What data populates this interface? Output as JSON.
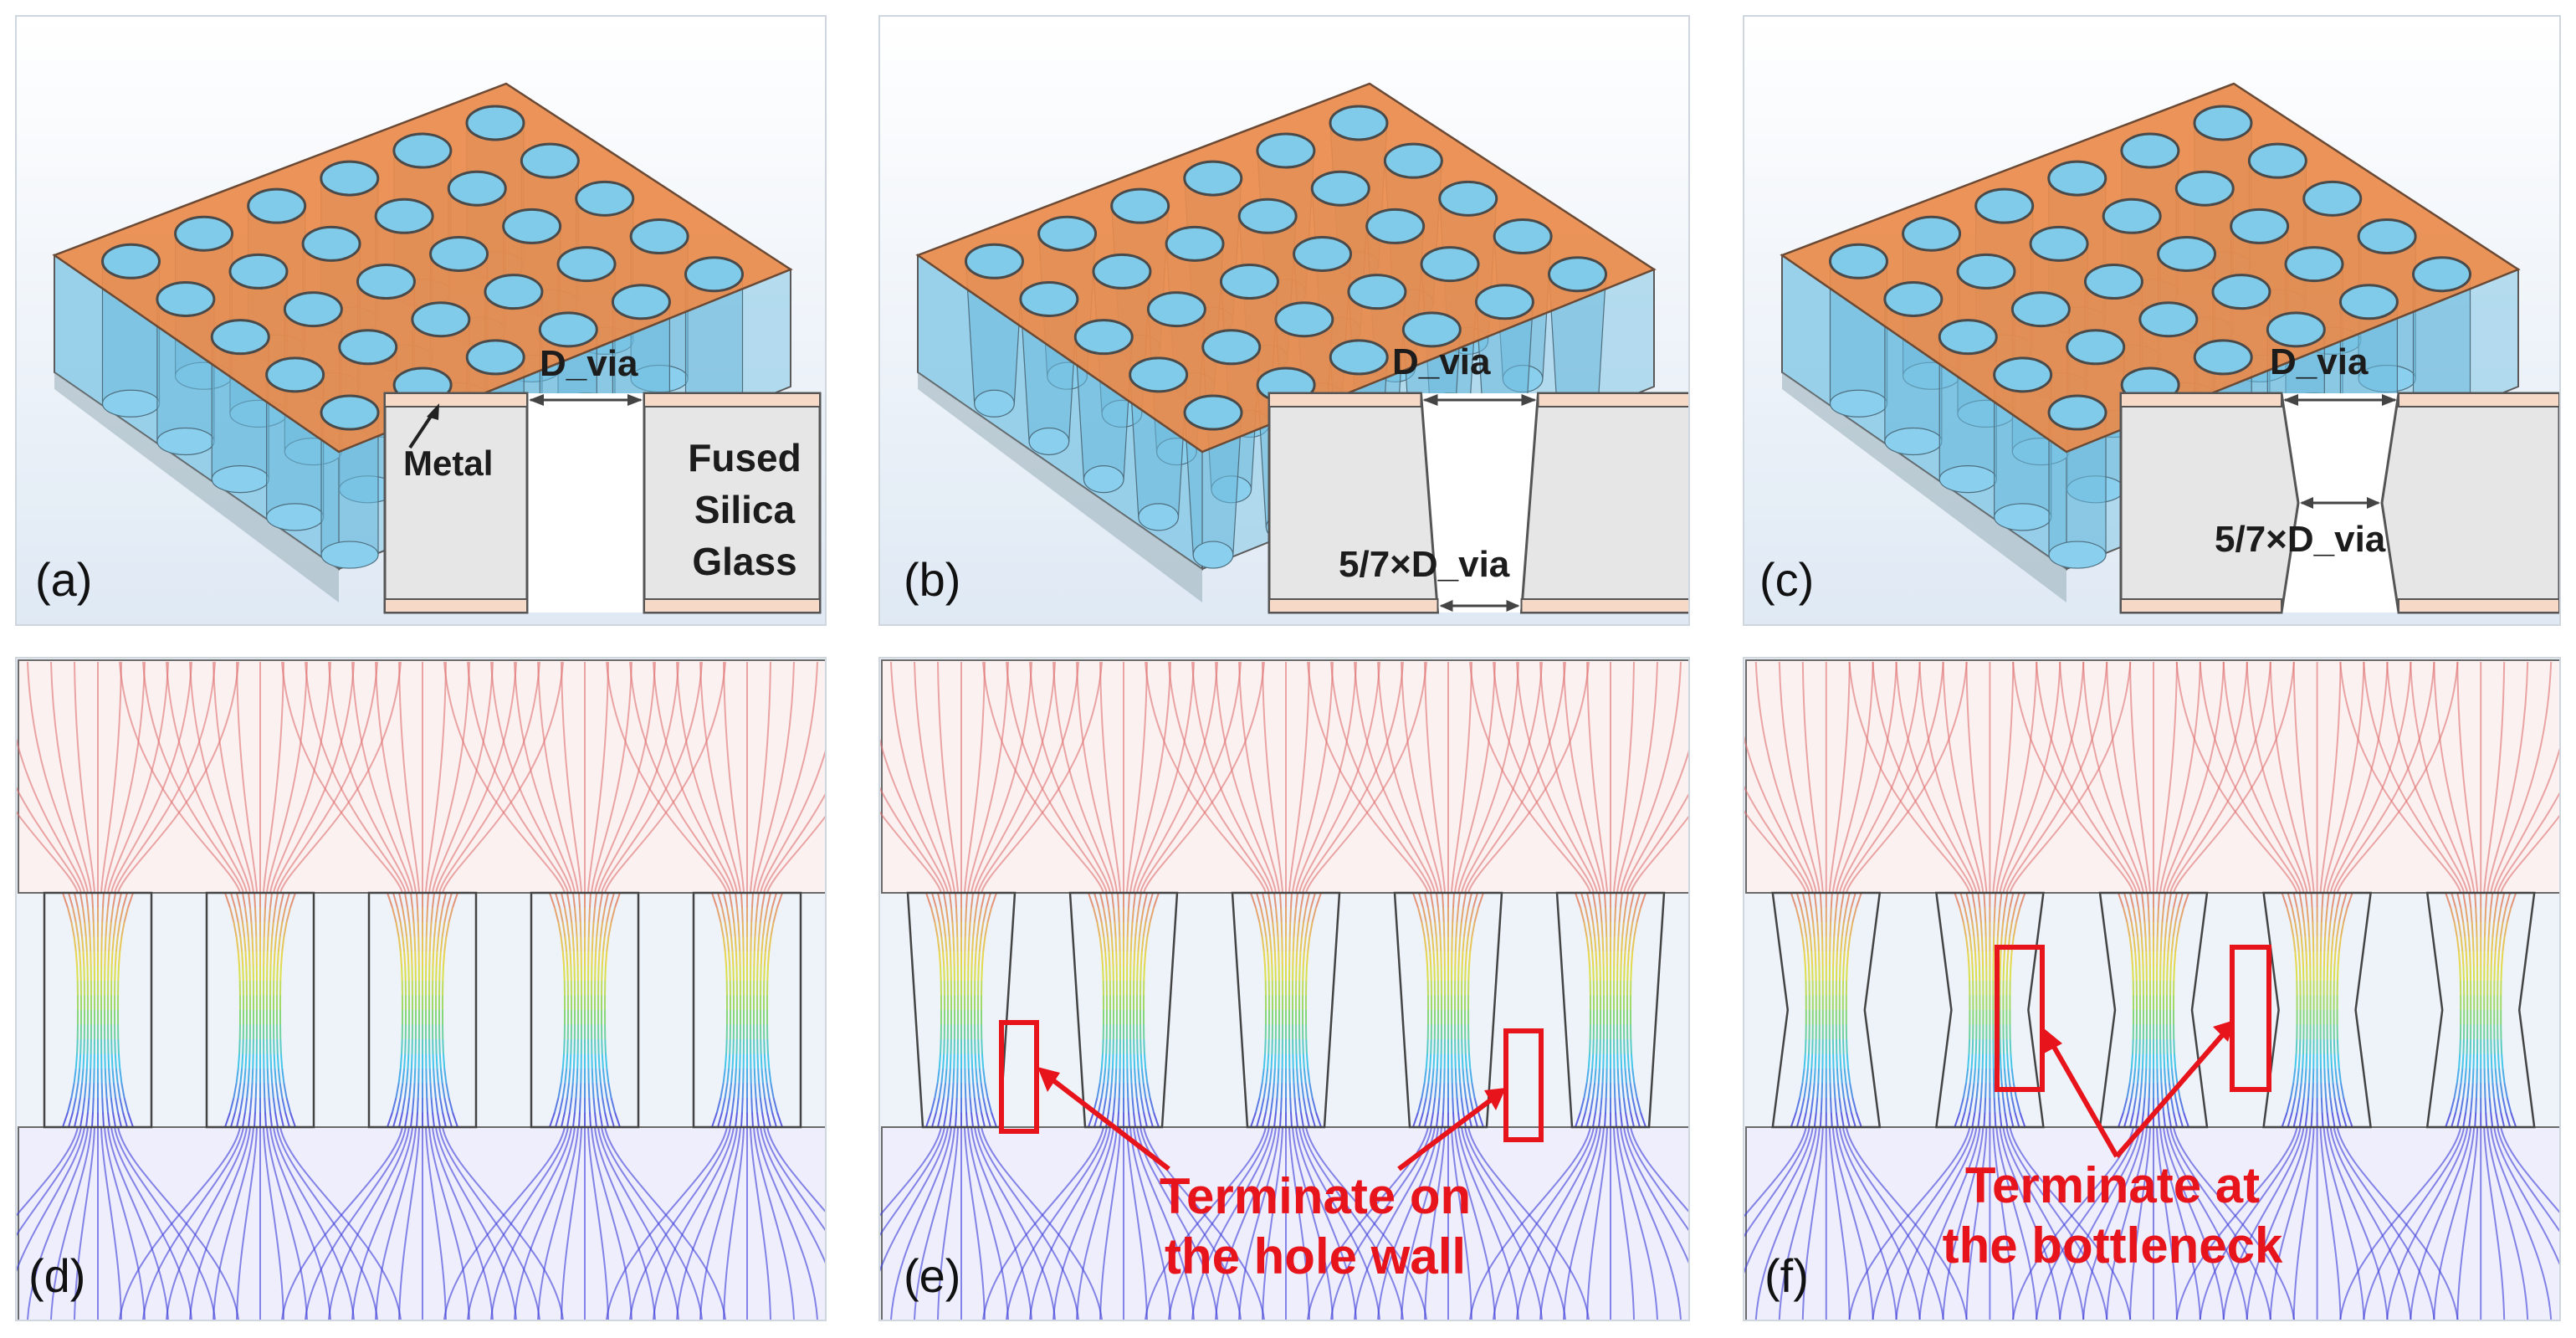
{
  "panels": {
    "a": {
      "label": "(a)"
    },
    "b": {
      "label": "(b)"
    },
    "c": {
      "label": "(c)"
    },
    "d": {
      "label": "(d)"
    },
    "e": {
      "label": "(e)"
    },
    "f": {
      "label": "(f)"
    }
  },
  "annotations": {
    "d_via": "D_via",
    "metal": "Metal",
    "glass_line1": "Fused",
    "glass_line2": "Silica",
    "glass_line3": "Glass",
    "bottom_diameter": "5/7×D_via",
    "wall_note_line1": "Terminate on",
    "wall_note_line2": "the hole wall",
    "bottleneck_note_line1": "Terminate at",
    "bottleneck_note_line2": "the bottleneck"
  },
  "colors": {
    "metal": "#e98a4a",
    "glass": "#7cc4e4",
    "inset_fill": "#e6e6e6",
    "metal_layer": "#f6d9c6",
    "highlight": "#e8141b",
    "field_top": "#e07070",
    "field_bottom": "#3a3ad8"
  }
}
